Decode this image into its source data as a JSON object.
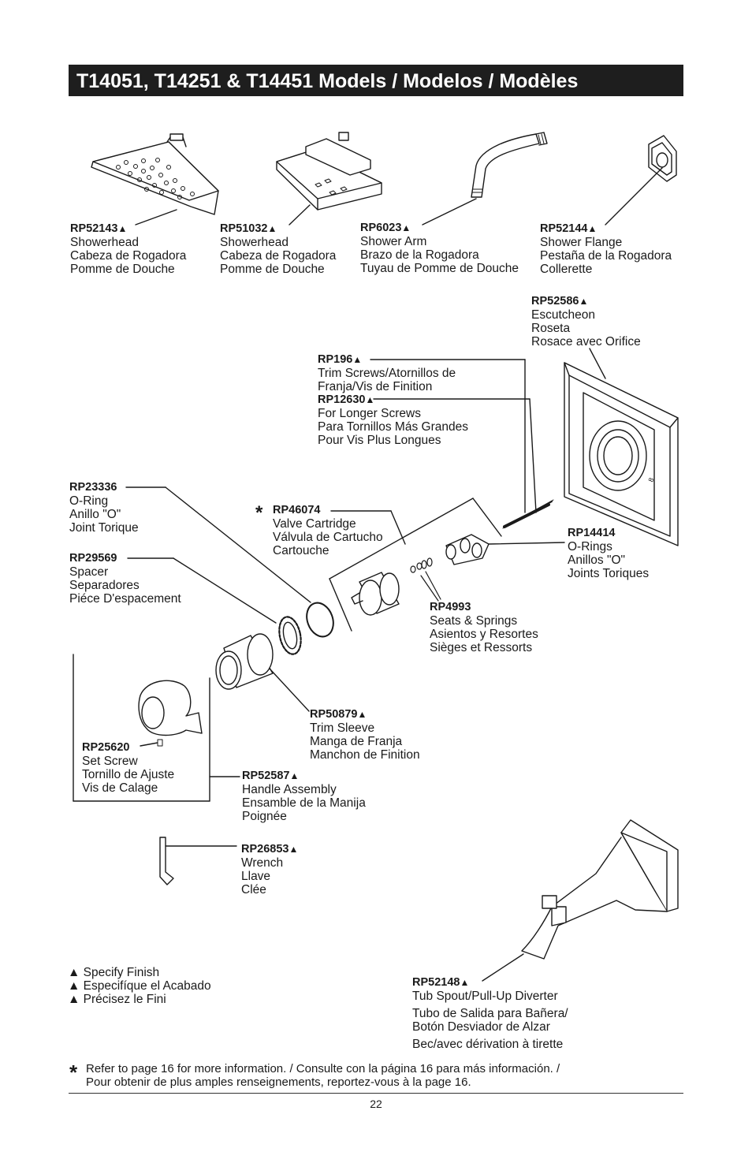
{
  "title": "T14051, T14251 & T14451 Models / Modelos / Modèles",
  "parts": {
    "showerhead_a": {
      "pn": "RP52143",
      "tri": "▲",
      "lines": [
        "Showerhead",
        "Cabeza de Rogadora",
        "Pomme de Douche"
      ]
    },
    "showerhead_b": {
      "pn": "RP51032",
      "tri": "▲",
      "lines": [
        "Showerhead",
        "Cabeza de Rogadora",
        "Pomme de Douche"
      ]
    },
    "shower_arm": {
      "pn": "RP6023",
      "tri": "▲",
      "lines": [
        "Shower Arm",
        "Brazo de la Rogadora",
        "Tuyau de Pomme de Douche"
      ]
    },
    "shower_flange": {
      "pn": "RP52144",
      "tri": "▲",
      "lines": [
        "Shower Flange",
        "Pestaña de la Rogadora",
        "Collerette"
      ]
    },
    "escutcheon": {
      "pn": "RP52586",
      "tri": "▲",
      "lines": [
        "Escutcheon",
        "Roseta",
        "Rosace avec Orifice"
      ]
    },
    "trim_screws": {
      "pn": "RP196",
      "tri": "▲",
      "lines": [
        "Trim Screws/Atornillos de",
        "Franja/Vis de Finition"
      ]
    },
    "longer_screws": {
      "pn": "RP12630",
      "tri": "▲",
      "lines": [
        "For Longer Screws",
        "Para Tornillos Más Grandes",
        "Pour Vis Plus Longues"
      ]
    },
    "o_ring": {
      "pn": "RP23336",
      "lines": [
        "O-Ring",
        "Anillo \"O\"",
        "Joint Torique"
      ]
    },
    "valve_cartridge": {
      "star": "*",
      "pn": "RP46074",
      "lines": [
        "Valve Cartridge",
        "Válvula de Cartucho",
        "Cartouche"
      ]
    },
    "o_rings": {
      "pn": "RP14414",
      "lines": [
        "O-Rings",
        "Anillos \"O\"",
        "Joints Toriques"
      ]
    },
    "spacer": {
      "pn": "RP29569",
      "lines": [
        "Spacer",
        "Separadores",
        "Piéce D'espacement"
      ]
    },
    "seats_springs": {
      "pn": "RP4993",
      "lines": [
        "Seats & Springs",
        "Asientos y Resortes",
        "Sièges et Ressorts"
      ]
    },
    "trim_sleeve": {
      "pn": "RP50879",
      "tri": "▲",
      "lines": [
        "Trim Sleeve",
        "Manga de Franja",
        "Manchon de Finition"
      ]
    },
    "set_screw": {
      "pn": "RP25620",
      "lines": [
        "Set Screw",
        "Tornillo de Ajuste",
        "Vis de Calage"
      ]
    },
    "handle_assembly": {
      "pn": "RP52587",
      "tri": "▲",
      "lines": [
        "Handle Assembly",
        "Ensamble de la Manija",
        "Poignée"
      ]
    },
    "wrench": {
      "pn": "RP26853",
      "tri": "▲",
      "lines": [
        "Wrench",
        "Llave",
        "Clée"
      ]
    },
    "tub_spout": {
      "pn": "RP52148",
      "tri": "▲",
      "lines": [
        "Tub Spout/Pull-Up Diverter",
        "Tubo de Salida para Bañera/",
        "Botón Desviador de Alzar",
        "Bec/avec dérivation à tirette"
      ]
    }
  },
  "legend": [
    "▲ Specify Finish",
    "▲ Especifíque el Acabado",
    "▲ Précisez le Fini"
  ],
  "footnote": {
    "star": "*",
    "lines": [
      "Refer to page 16 for more information. / Consulte con la página 16 para más información. /",
      "Pour obtenir de plus amples renseignements, reportez-vous à la page 16."
    ]
  },
  "page_number": "22"
}
